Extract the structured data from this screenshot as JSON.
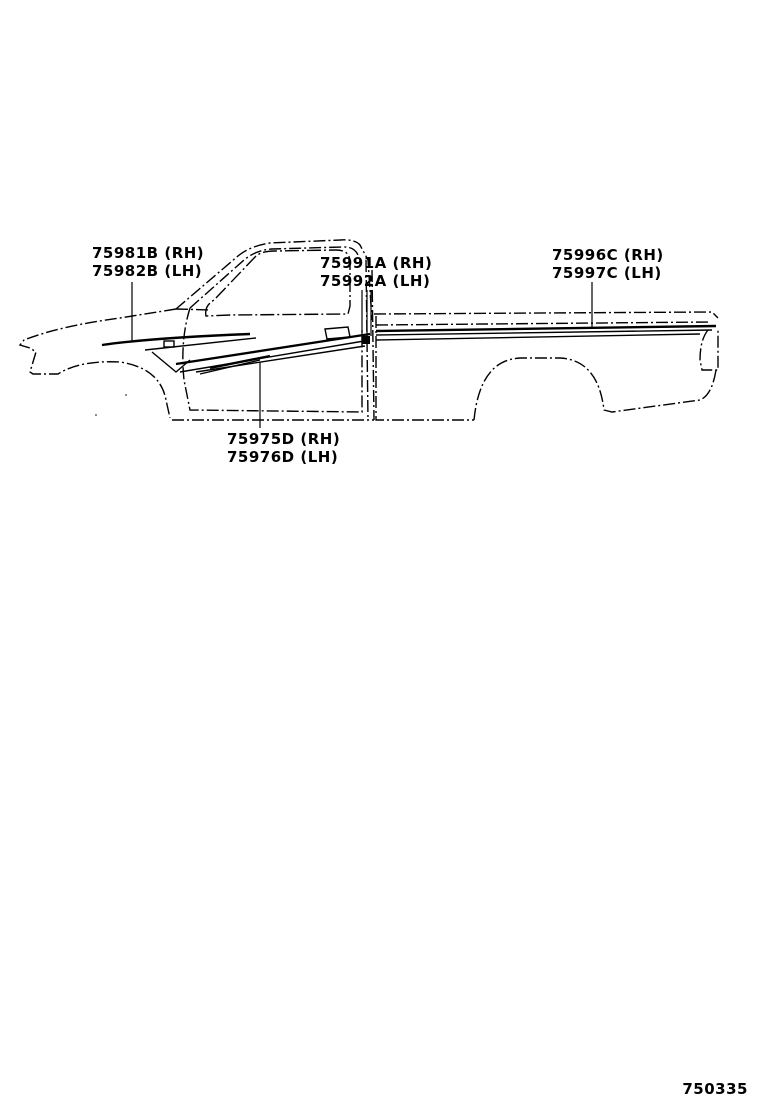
{
  "diagram": {
    "title": "Side stripe / body tape parts diagram (pickup truck, side view)",
    "callouts": [
      {
        "id": "hood-fender-stripe",
        "rh": "75981B (RH)",
        "lh": "75982B (LH)"
      },
      {
        "id": "door-frame-stripe",
        "rh": "75991A (RH)",
        "lh": "75992A (LH)"
      },
      {
        "id": "bed-stripe",
        "rh": "75996C (RH)",
        "lh": "75997C (LH)"
      },
      {
        "id": "door-stripe",
        "rh": "75975D (RH)",
        "lh": "75976D (LH)"
      }
    ],
    "figure_number": "750335"
  }
}
